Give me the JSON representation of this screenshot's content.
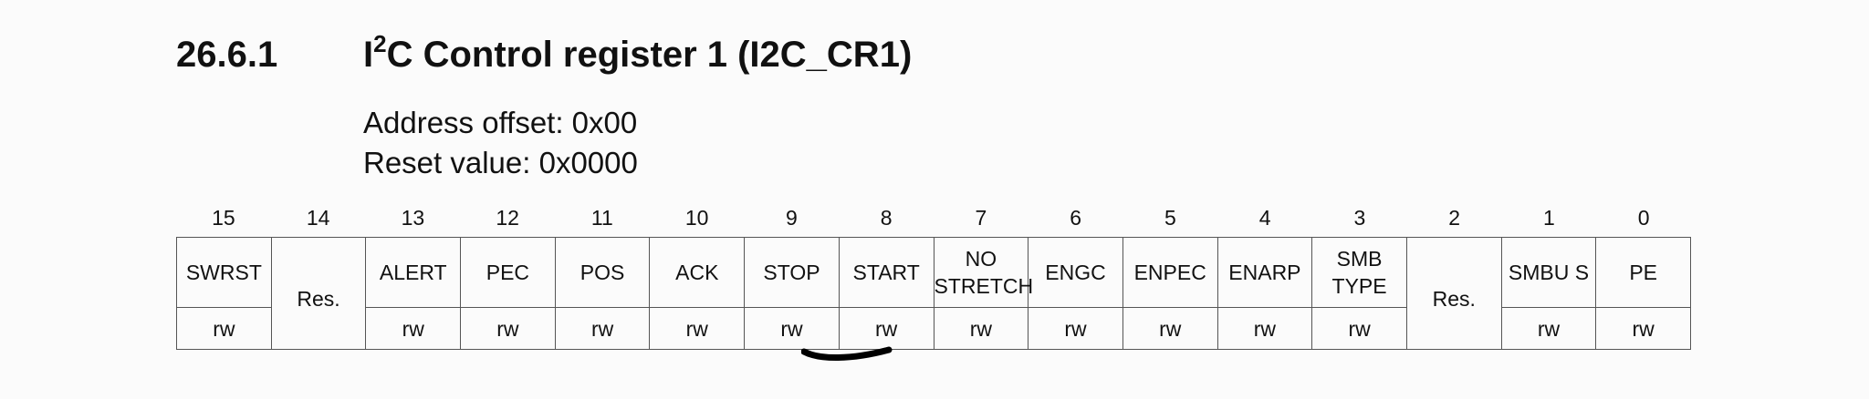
{
  "section": {
    "number": "26.6.1",
    "title_prefix": "I",
    "title_sup": "2",
    "title_rest": "C Control register 1 (I2C_CR1)"
  },
  "address_offset": "Address offset: 0x00",
  "reset_value": "Reset value: 0x0000",
  "bit_numbers": [
    "15",
    "14",
    "13",
    "12",
    "11",
    "10",
    "9",
    "8",
    "7",
    "6",
    "5",
    "4",
    "3",
    "2",
    "1",
    "0"
  ],
  "fields": [
    "SWRST",
    "Res.",
    "ALERT",
    "PEC",
    "POS",
    "ACK",
    "STOP",
    "START",
    "NO STRETCH",
    "ENGC",
    "ENPEC",
    "ENARP",
    "SMB TYPE",
    "Res.",
    "SMBU S",
    "PE"
  ],
  "access": [
    "rw",
    "",
    "rw",
    "rw",
    "rw",
    "rw",
    "rw",
    "rw",
    "rw",
    "rw",
    "rw",
    "rw",
    "rw",
    "",
    "rw",
    "rw"
  ],
  "colors": {
    "border": "#555555",
    "marker": "#000000"
  }
}
